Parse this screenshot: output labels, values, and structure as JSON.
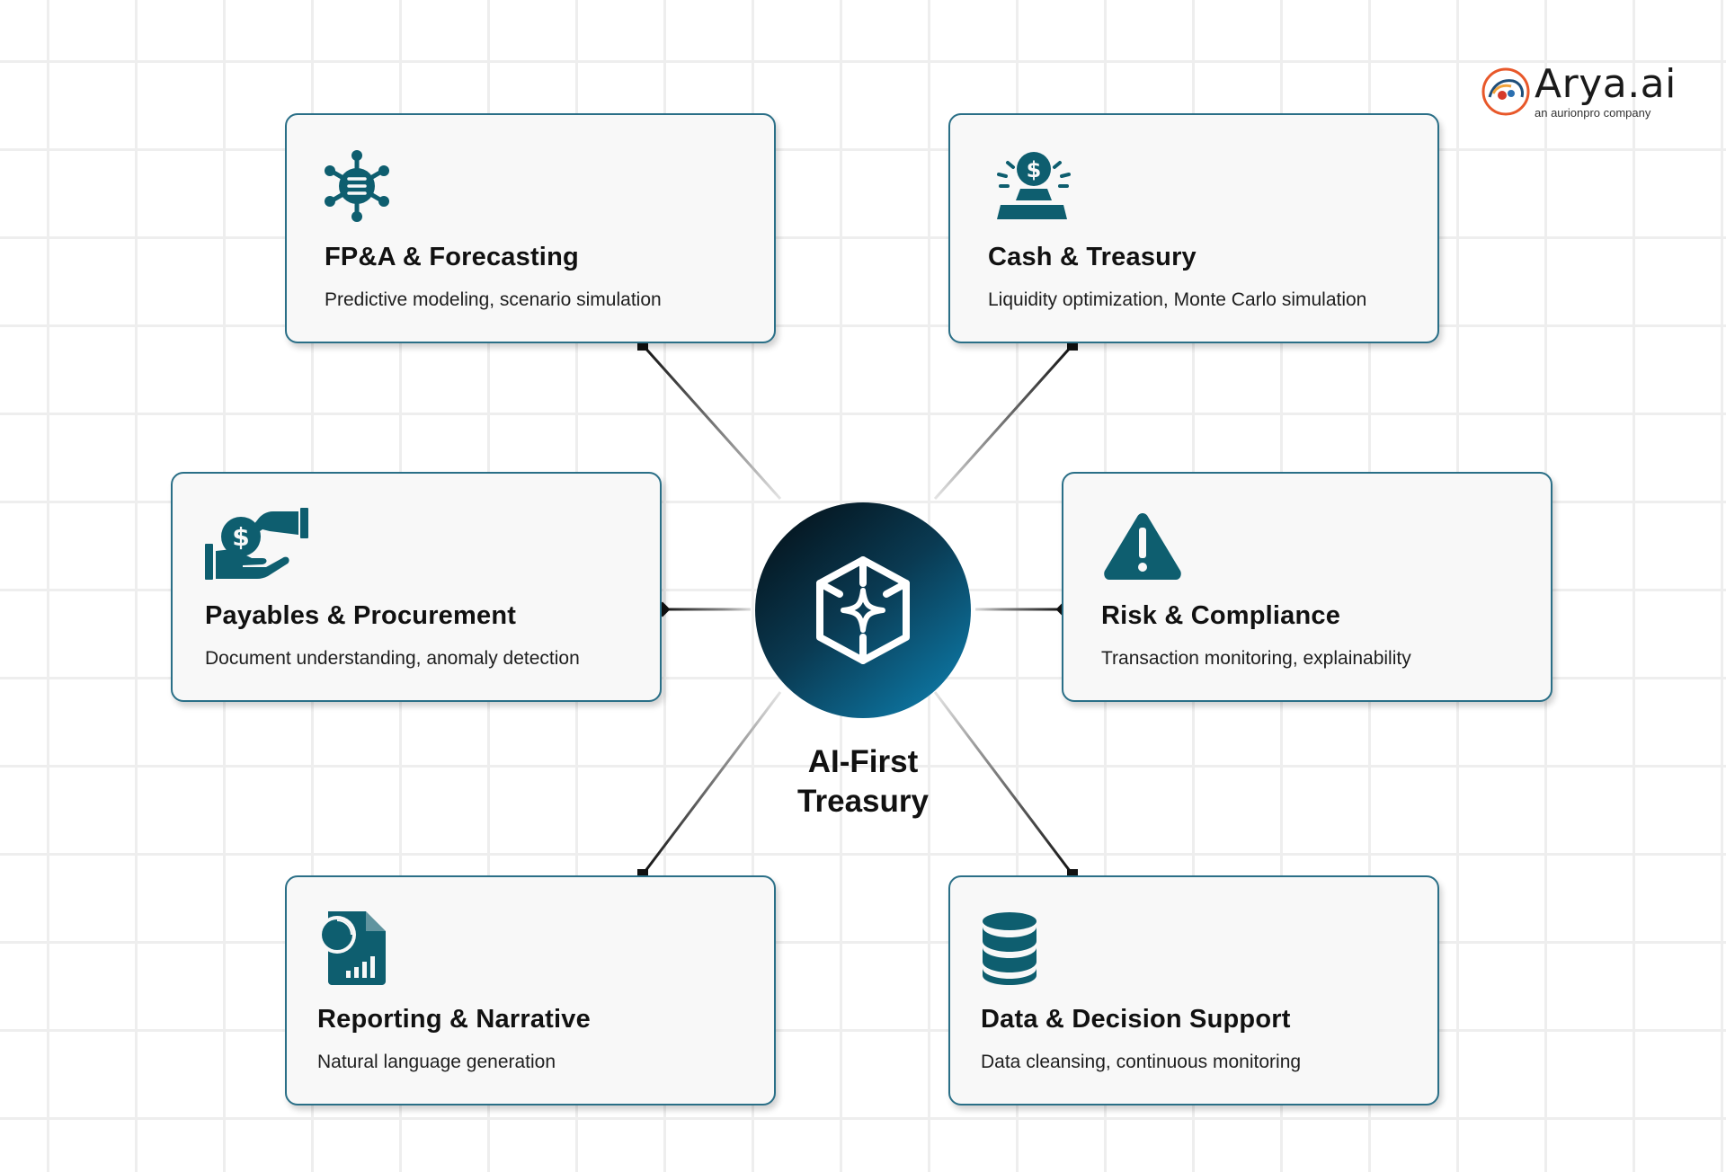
{
  "hub": {
    "line1": "AI-First",
    "line2": "Treasury",
    "icon": "cube-sparkle-icon"
  },
  "cards": {
    "fpa": {
      "title": "FP&A & Forecasting",
      "description": "Predictive modeling, scenario simulation",
      "icon": "network-hub-icon"
    },
    "cash": {
      "title": "Cash & Treasury",
      "description": "Liquidity optimization, Monte Carlo simulation",
      "icon": "gold-bars-dollar-icon"
    },
    "payables": {
      "title": "Payables & Procurement",
      "description": "Document understanding, anomaly detection",
      "icon": "hand-giving-money-icon"
    },
    "risk": {
      "title": "Risk & Compliance",
      "description": "Transaction monitoring, explainability",
      "icon": "warning-triangle-icon"
    },
    "reporting": {
      "title": "Reporting & Narrative",
      "description": "Natural language generation",
      "icon": "report-chart-icon"
    },
    "data": {
      "title": "Data & Decision Support",
      "description": "Data cleansing, continuous monitoring",
      "icon": "database-icon"
    }
  },
  "logo": {
    "name": "Arya.ai",
    "tagline": "an aurionpro company"
  },
  "colors": {
    "icon_teal": "#0e5e6f",
    "card_border": "#2a6f87",
    "hub_dark": "#030c12",
    "hub_light": "#0e84b5",
    "grid": "#eeeeee"
  }
}
